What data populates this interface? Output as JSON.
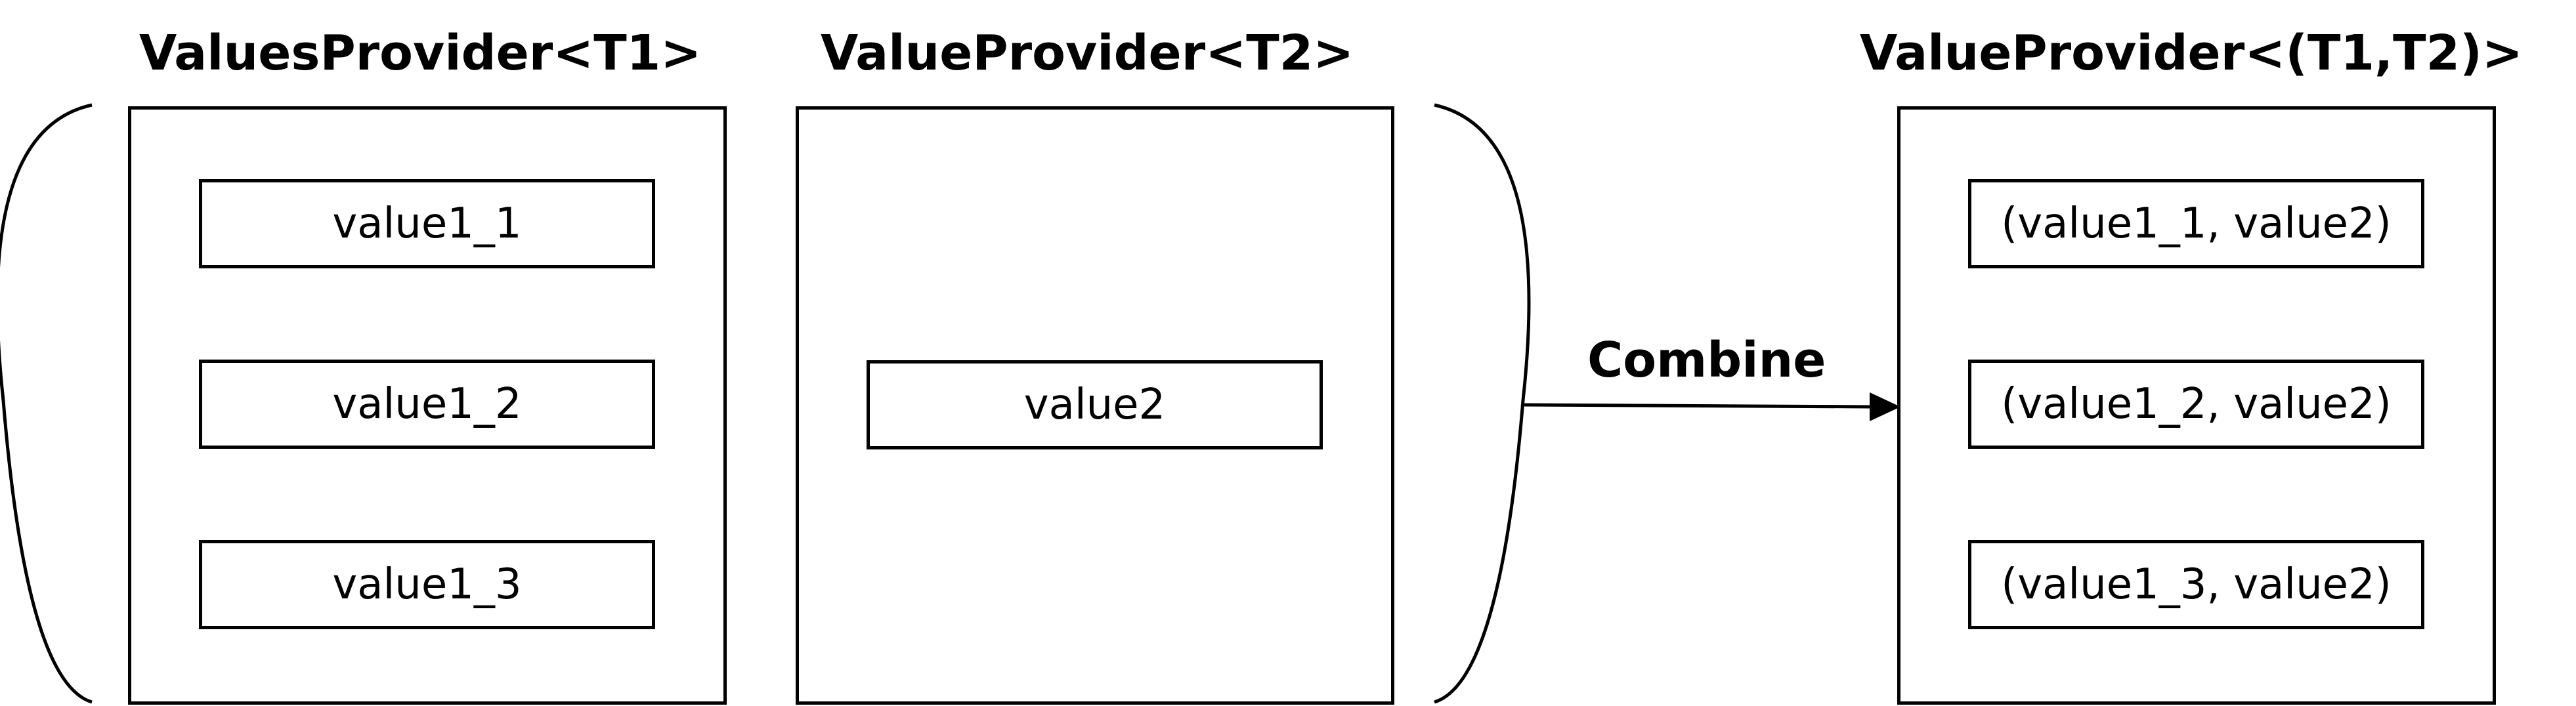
{
  "provider1": {
    "title": "ValuesProvider<T1>",
    "items": [
      "value1_1",
      "value1_2",
      "value1_3"
    ]
  },
  "provider2": {
    "title": "ValueProvider<T2>",
    "items": [
      "value2"
    ]
  },
  "operation": {
    "label": "Combine"
  },
  "result": {
    "title": "ValueProvider<(T1,T2)>",
    "items": [
      "(value1_1, value2)",
      "(value1_2, value2)",
      "(value1_3, value2)"
    ]
  }
}
